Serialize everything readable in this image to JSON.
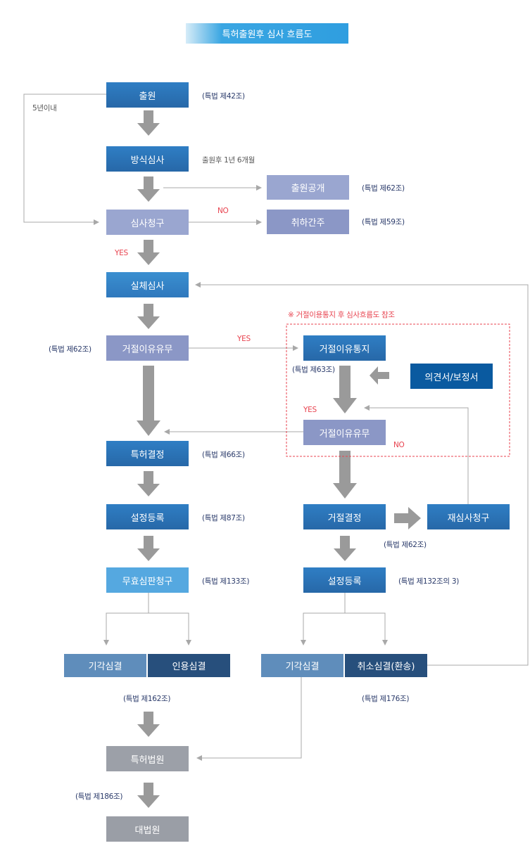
{
  "title": "특허출원후 심사 흐름도",
  "boxes": {
    "filing": "출원",
    "formality": "방식심사",
    "publication": "출원공개",
    "exam_request": "심사청구",
    "deemed_withdrawn": "취하간주",
    "substantive": "실체심사",
    "rejection_reason_1": "거절이유유무",
    "rejection_notice": "거절이유통지",
    "opinion": "의견서/보정서",
    "rejection_reason_2": "거절이유유무",
    "grant": "특허결정",
    "registration_1": "설정등록",
    "invalidation": "무효심판청구",
    "dismissal_1": "기각심결",
    "accepted": "인용심결",
    "patent_court": "특허법원",
    "supreme_court": "대법원",
    "rejection_decision": "거절결정",
    "reexam": "재심사청구",
    "registration_2": "설정등록",
    "dismissal_2": "기각심결",
    "cancel": "취소심결(환송)"
  },
  "labels": {
    "art42": "(특법 제42조)",
    "within5": "5년이내",
    "after_filing": "출원후 1년 6개월",
    "art62_pub": "(특법 제62조)",
    "art59": "(특법 제59조)",
    "no_1": "NO",
    "yes_1": "YES",
    "ref_note": "※ 거절이용통지 후 심사흐름도 참조",
    "art62_left": "(특법 제62조)",
    "yes_2": "YES",
    "art63": "(특법 제63조)",
    "yes_3": "YES",
    "no_2": "NO",
    "art66": "(특법 제66조)",
    "art87": "(특법 제87조)",
    "art62_reject": "(특법 제62조)",
    "art133": "(특법 제133조)",
    "art132": "(특법 제132조의 3)",
    "art162": "(특법 제162조)",
    "art176": "(특법 제176조)",
    "art186": "(특법 제186조)"
  },
  "colors": {
    "arrow": "#9a9a9a",
    "line": "#a8a8a8",
    "dashed": "#e8434f"
  }
}
